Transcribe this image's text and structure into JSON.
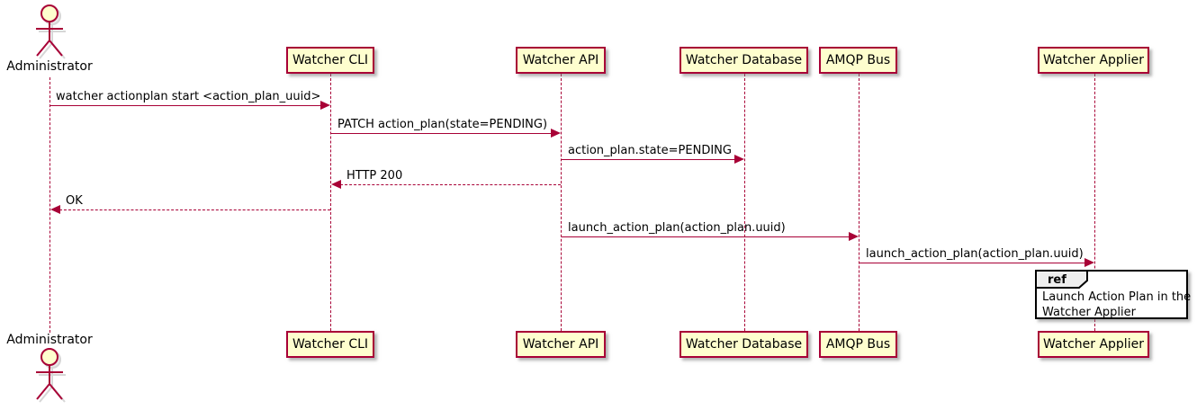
{
  "diagram_type": "uml-sequence",
  "colors": {
    "participant_fill": "#FEFECE",
    "stroke": "#A80036",
    "text": "#000000",
    "ref_header_fill": "#EEEEEE",
    "ref_border": "#000000",
    "background": "#FFFFFF"
  },
  "actor": {
    "name": "Administrator"
  },
  "participants": [
    {
      "name": "Watcher CLI"
    },
    {
      "name": "Watcher API"
    },
    {
      "name": "Watcher Database"
    },
    {
      "name": "AMQP Bus"
    },
    {
      "name": "Watcher Applier"
    }
  ],
  "messages": [
    {
      "from": "Administrator",
      "to": "Watcher CLI",
      "label": "watcher actionplan start <action_plan_uuid>",
      "line": "solid",
      "direction": "right"
    },
    {
      "from": "Watcher CLI",
      "to": "Watcher API",
      "label": "PATCH action_plan(state=PENDING)",
      "line": "solid",
      "direction": "right"
    },
    {
      "from": "Watcher API",
      "to": "Watcher Database",
      "label": "action_plan.state=PENDING",
      "line": "solid",
      "direction": "right"
    },
    {
      "from": "Watcher API",
      "to": "Watcher CLI",
      "label": "HTTP 200",
      "line": "dashed",
      "direction": "left"
    },
    {
      "from": "Watcher CLI",
      "to": "Administrator",
      "label": "OK",
      "line": "dashed",
      "direction": "left"
    },
    {
      "from": "Watcher API",
      "to": "AMQP Bus",
      "label": "launch_action_plan(action_plan.uuid)",
      "line": "solid",
      "direction": "right"
    },
    {
      "from": "AMQP Bus",
      "to": "Watcher Applier",
      "label": "launch_action_plan(action_plan.uuid)",
      "line": "solid",
      "direction": "right"
    }
  ],
  "ref": {
    "keyword": "ref",
    "lines": [
      "Launch Action Plan in the",
      "Watcher Applier"
    ]
  }
}
